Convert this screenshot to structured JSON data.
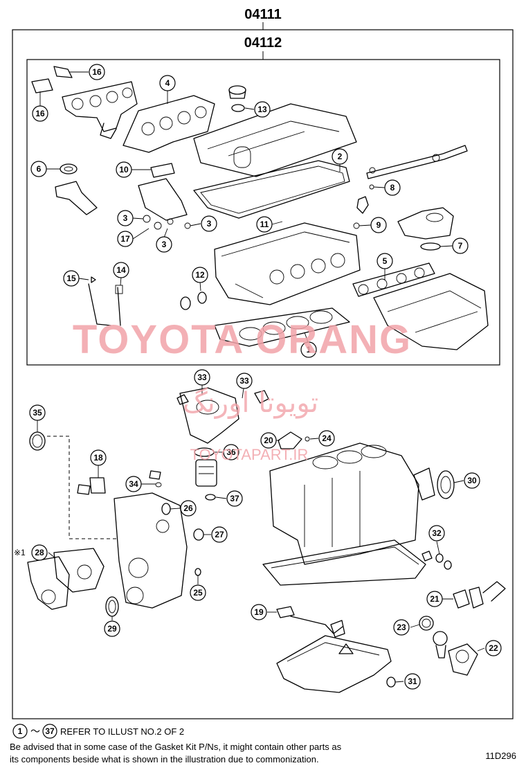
{
  "codes": {
    "outer": "04111",
    "inner": "04112"
  },
  "callouts": [
    {
      "n": "16"
    },
    {
      "n": "16"
    },
    {
      "n": "4"
    },
    {
      "n": "13"
    },
    {
      "n": "6"
    },
    {
      "n": "10"
    },
    {
      "n": "2"
    },
    {
      "n": "8"
    },
    {
      "n": "3"
    },
    {
      "n": "3"
    },
    {
      "n": "17"
    },
    {
      "n": "3"
    },
    {
      "n": "11"
    },
    {
      "n": "9"
    },
    {
      "n": "7"
    },
    {
      "n": "15"
    },
    {
      "n": "14"
    },
    {
      "n": "12"
    },
    {
      "n": "5"
    },
    {
      "n": "1"
    },
    {
      "n": "33"
    },
    {
      "n": "33"
    },
    {
      "n": "35"
    },
    {
      "n": "20"
    },
    {
      "n": "24"
    },
    {
      "n": "18"
    },
    {
      "n": "36"
    },
    {
      "n": "30"
    },
    {
      "n": "34"
    },
    {
      "n": "37"
    },
    {
      "n": "26"
    },
    {
      "n": "27"
    },
    {
      "n": "32"
    },
    {
      "n": "28"
    },
    {
      "n": "25"
    },
    {
      "n": "21"
    },
    {
      "n": "19"
    },
    {
      "n": "23"
    },
    {
      "n": "29"
    },
    {
      "n": "22"
    },
    {
      "n": "31"
    }
  ],
  "note_mark": "※1",
  "watermark": {
    "en": "TOYOTA ORANG",
    "fa": "تويوتا اورنگ",
    "url": "TOYOTAPART.IR"
  },
  "footer": {
    "range_from": "1",
    "range_sep": "～",
    "range_to": "37",
    "range_text": "REFER TO ILLUST NO.2 OF 2",
    "line1": "Be advised that in some case of the Gasket Kit P/Ns,  it might contain other parts as",
    "line2": "its components beside what is shown in the illustration due to commonization.",
    "ref_code": "11D296"
  }
}
